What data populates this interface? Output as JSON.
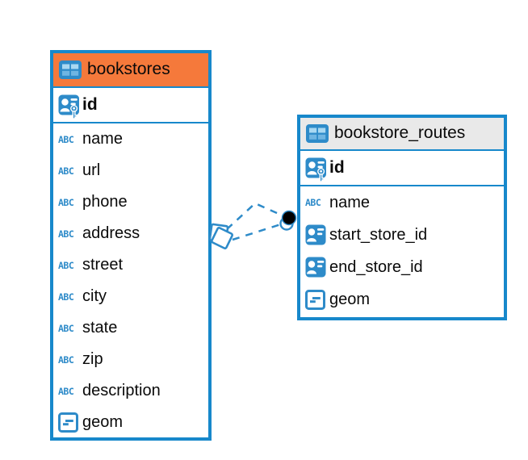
{
  "colors": {
    "accent_blue": "#1788CB",
    "icon_blue": "#2E8BC9",
    "icon_blue_light": "#A9D8F2",
    "icon_blue_mid": "#6FB5E2",
    "header_orange": "#F5793B",
    "header_gray": "#E9E9E9",
    "text_black": "#0A0A0A",
    "marker_black": "#000000"
  },
  "icons": {
    "text_type_label": "ABC"
  },
  "tables": [
    {
      "title": "bookstores",
      "primary_key": "id",
      "columns": [
        "name",
        "url",
        "phone",
        "address",
        "street",
        "city",
        "state",
        "zip",
        "description",
        "geom"
      ],
      "column_types": [
        "text",
        "text",
        "text",
        "text",
        "text",
        "text",
        "text",
        "text",
        "text",
        "geometry"
      ]
    },
    {
      "title": "bookstore_routes",
      "primary_key": "id",
      "columns": [
        "name",
        "start_store_id",
        "end_store_id",
        "geom"
      ],
      "column_types": [
        "text",
        "reference",
        "reference",
        "geometry"
      ]
    }
  ],
  "relationship": {
    "from_table": "bookstores",
    "to_table": "bookstore_routes",
    "line_style": "dashed",
    "line_count": 2,
    "left_marker": "overlapping-diamond-squares",
    "right_marker": "filled-dot-with-ring"
  }
}
